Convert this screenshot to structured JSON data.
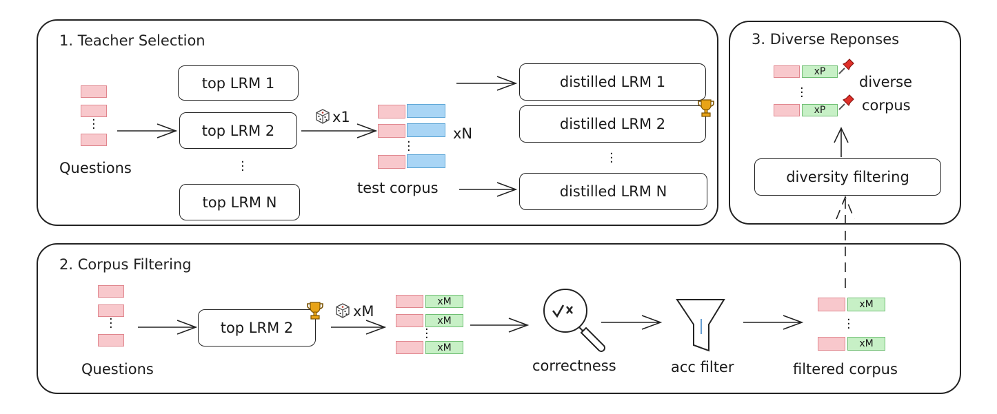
{
  "panels": {
    "teacher_selection": "1. Teacher Selection",
    "corpus_filtering": "2. Corpus Filtering",
    "diverse_responses": "3. Diverse Reponses"
  },
  "teacher": {
    "questions_label": "Questions",
    "models": [
      "top LRM 1",
      "top LRM 2",
      "top LRM N"
    ],
    "sample_mult": "x1",
    "test_corpus_label": "test corpus",
    "corpus_mult": "xN",
    "distilled": [
      "distilled LRM 1",
      "distilled LRM 2",
      "distilled LRM N"
    ]
  },
  "filtering": {
    "questions_label": "Questions",
    "model": "top LRM 2",
    "sample_mult": "xM",
    "response_tag": "xM",
    "correctness_label": "correctness",
    "acc_filter_label": "acc filter",
    "filtered_label": "filtered corpus"
  },
  "diverse": {
    "response_tag": "xP",
    "corpus_label_line1": "diverse",
    "corpus_label_line2": "corpus",
    "filter_label": "diversity filtering"
  },
  "icons": [
    "dice-icon",
    "trophy-icon",
    "pushpin-icon",
    "magnifier-icon",
    "funnel-icon"
  ],
  "colors": {
    "question": "#f8c8cc",
    "response_blue": "#a9d5f5",
    "response_green": "#c7f0c6",
    "trophy": "#e8a317",
    "pushpin": "#e0302a"
  }
}
